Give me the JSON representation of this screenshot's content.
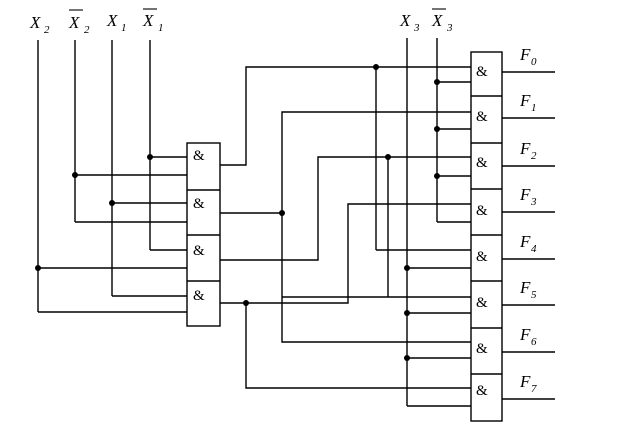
{
  "inputs": {
    "x2": {
      "var": "X",
      "sub": "2"
    },
    "x2_not": {
      "var": "X",
      "sub": "2"
    },
    "x1": {
      "var": "X",
      "sub": "1"
    },
    "x1_not": {
      "var": "X",
      "sub": "1"
    },
    "x3": {
      "var": "X",
      "sub": "3"
    },
    "x3_not": {
      "var": "X",
      "sub": "3"
    }
  },
  "gate_symbol": "&",
  "outputs": [
    {
      "var": "F",
      "sub": "0"
    },
    {
      "var": "F",
      "sub": "1"
    },
    {
      "var": "F",
      "sub": "2"
    },
    {
      "var": "F",
      "sub": "3"
    },
    {
      "var": "F",
      "sub": "4"
    },
    {
      "var": "F",
      "sub": "5"
    },
    {
      "var": "F",
      "sub": "6"
    },
    {
      "var": "F",
      "sub": "7"
    }
  ]
}
